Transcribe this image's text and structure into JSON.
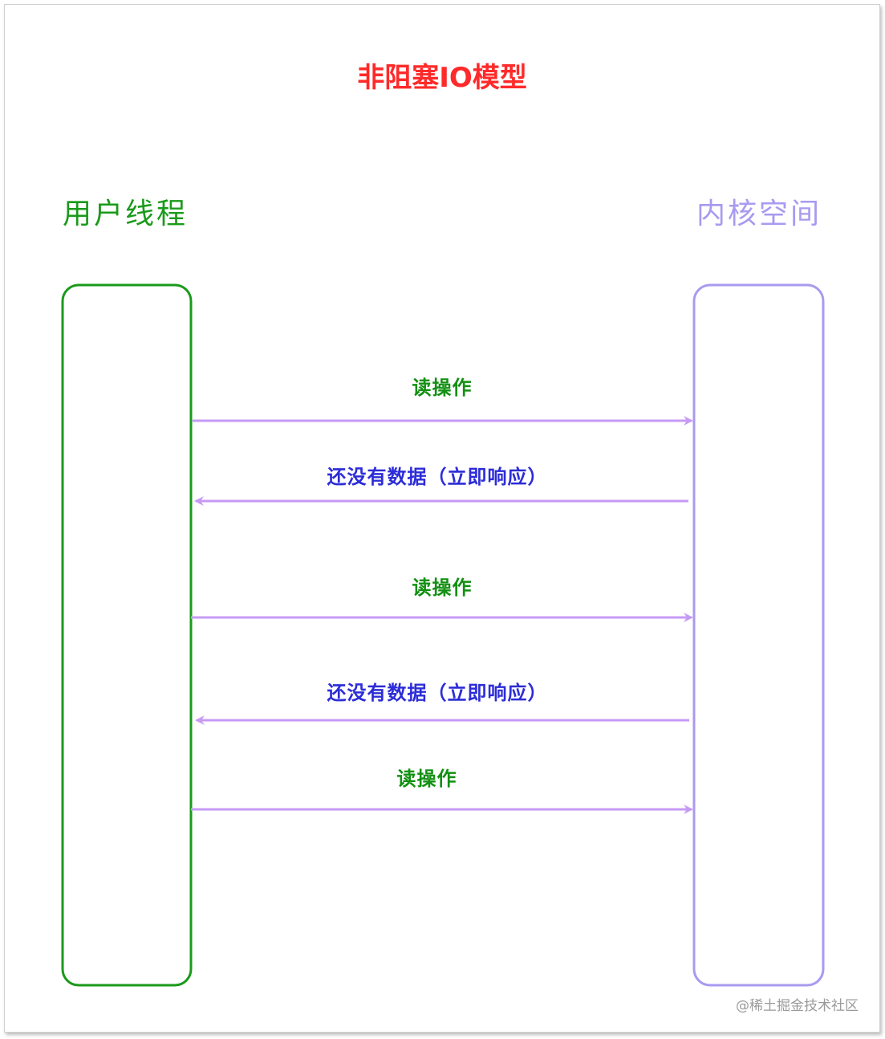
{
  "title": "非阻塞IO模型",
  "lanes": {
    "left": "用户线程",
    "right": "内核空间"
  },
  "messages": [
    {
      "label": "读操作",
      "direction": "right"
    },
    {
      "label": "还没有数据（立即响应）",
      "direction": "left"
    },
    {
      "label": "读操作",
      "direction": "right"
    },
    {
      "label": "还没有数据（立即响应）",
      "direction": "left"
    },
    {
      "label": "读操作",
      "direction": "right"
    }
  ],
  "watermark": "@稀土掘金技术社区",
  "colors": {
    "title": "#ff2a2a",
    "user_thread": "#1a9a1a",
    "kernel_space": "#a99af0",
    "arrow": "#c79af5",
    "request_label": "#129012",
    "response_label": "#2c2cd8",
    "watermark": "#9a9a9a"
  }
}
